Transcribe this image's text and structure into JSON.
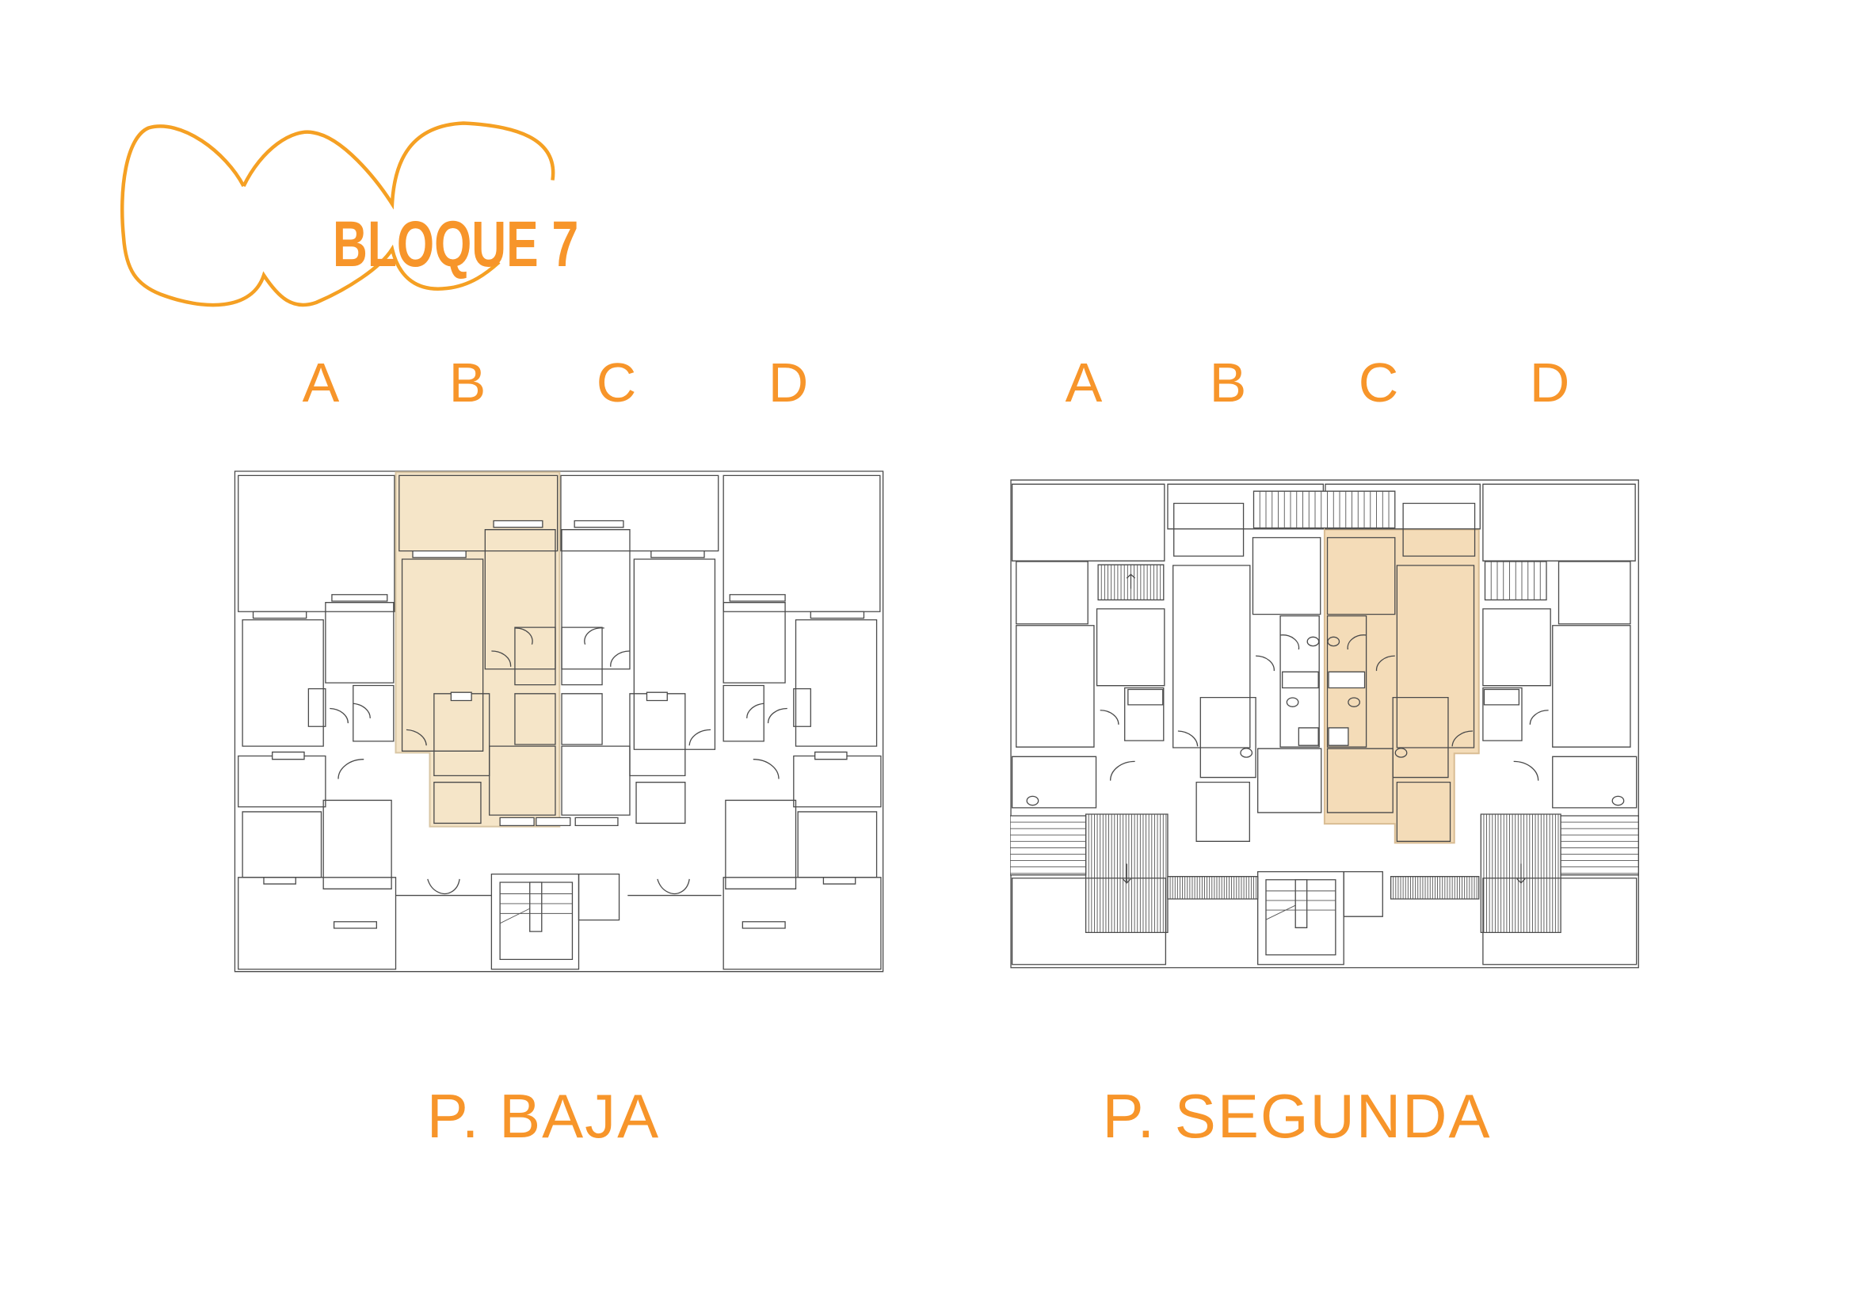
{
  "title": "BLOQUE 7",
  "brand_color": "#f7952a",
  "highlight_color": "#f5e5c8",
  "plans": [
    {
      "label": "P. BAJA",
      "units": [
        "A",
        "B",
        "C",
        "D"
      ],
      "highlighted_unit": "B"
    },
    {
      "label": "P. SEGUNDA",
      "units": [
        "A",
        "B",
        "C",
        "D"
      ],
      "highlighted_unit": "C"
    }
  ]
}
